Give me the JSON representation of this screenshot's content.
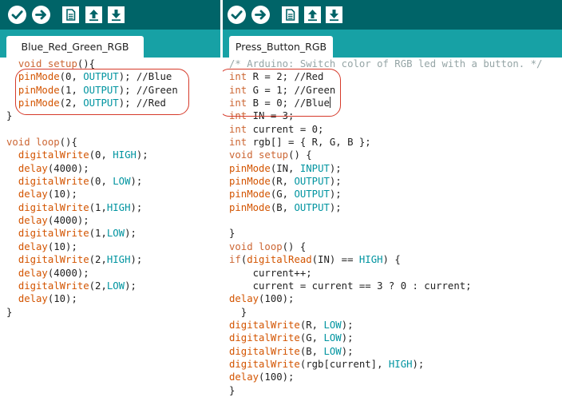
{
  "colors": {
    "toolbar": "#006468",
    "tabstrip": "#17a1a5",
    "keyword": "#cc6633",
    "constant": "#0094a0",
    "function": "#d35400",
    "comment": "#95a5a6",
    "highlight": "#d63a2a"
  },
  "toolbar_icons": [
    "verify-check-icon",
    "upload-arrow-icon",
    "new-sketch-icon",
    "open-sketch-icon",
    "save-sketch-icon"
  ],
  "left_tab": {
    "label": "Blue_Red_Green_RGB"
  },
  "right_tab": {
    "label": "Press_Button_RGB"
  },
  "left_code": [
    [
      [
        "  ",
        ""
      ],
      [
        "void",
        "kw"
      ],
      [
        " ",
        ""
      ],
      [
        "setup",
        "kw"
      ],
      [
        "(){",
        ""
      ]
    ],
    [
      [
        "  ",
        ""
      ],
      [
        "pinMode",
        "fn"
      ],
      [
        "(0, ",
        ""
      ],
      [
        "OUTPUT",
        "cst"
      ],
      [
        "); //Blue",
        ""
      ]
    ],
    [
      [
        "  ",
        ""
      ],
      [
        "pinMode",
        "fn"
      ],
      [
        "(1, ",
        ""
      ],
      [
        "OUTPUT",
        "cst"
      ],
      [
        "); //Green",
        ""
      ]
    ],
    [
      [
        "  ",
        ""
      ],
      [
        "pinMode",
        "fn"
      ],
      [
        "(2, ",
        ""
      ],
      [
        "OUTPUT",
        "cst"
      ],
      [
        "); //Red",
        ""
      ]
    ],
    [
      [
        "}",
        ""
      ]
    ],
    [
      [
        "",
        ""
      ]
    ],
    [
      [
        "void",
        "kw"
      ],
      [
        " ",
        ""
      ],
      [
        "loop",
        "kw"
      ],
      [
        "(){",
        ""
      ]
    ],
    [
      [
        "  ",
        ""
      ],
      [
        "digitalWrite",
        "fn"
      ],
      [
        "(0, ",
        ""
      ],
      [
        "HIGH",
        "cst"
      ],
      [
        ");",
        ""
      ]
    ],
    [
      [
        "  ",
        ""
      ],
      [
        "delay",
        "fn"
      ],
      [
        "(4000);",
        ""
      ]
    ],
    [
      [
        "  ",
        ""
      ],
      [
        "digitalWrite",
        "fn"
      ],
      [
        "(0, ",
        ""
      ],
      [
        "LOW",
        "cst"
      ],
      [
        ");",
        ""
      ]
    ],
    [
      [
        "  ",
        ""
      ],
      [
        "delay",
        "fn"
      ],
      [
        "(10);",
        ""
      ]
    ],
    [
      [
        "  ",
        ""
      ],
      [
        "digitalWrite",
        "fn"
      ],
      [
        "(1,",
        ""
      ],
      [
        "HIGH",
        "cst"
      ],
      [
        ");",
        ""
      ]
    ],
    [
      [
        "  ",
        ""
      ],
      [
        "delay",
        "fn"
      ],
      [
        "(4000);",
        ""
      ]
    ],
    [
      [
        "  ",
        ""
      ],
      [
        "digitalWrite",
        "fn"
      ],
      [
        "(1,",
        ""
      ],
      [
        "LOW",
        "cst"
      ],
      [
        ");",
        ""
      ]
    ],
    [
      [
        "  ",
        ""
      ],
      [
        "delay",
        "fn"
      ],
      [
        "(10);",
        ""
      ]
    ],
    [
      [
        "  ",
        ""
      ],
      [
        "digitalWrite",
        "fn"
      ],
      [
        "(2,",
        ""
      ],
      [
        "HIGH",
        "cst"
      ],
      [
        ");",
        ""
      ]
    ],
    [
      [
        "  ",
        ""
      ],
      [
        "delay",
        "fn"
      ],
      [
        "(4000);",
        ""
      ]
    ],
    [
      [
        "  ",
        ""
      ],
      [
        "digitalWrite",
        "fn"
      ],
      [
        "(2,",
        ""
      ],
      [
        "LOW",
        "cst"
      ],
      [
        ");",
        ""
      ]
    ],
    [
      [
        "  ",
        ""
      ],
      [
        "delay",
        "fn"
      ],
      [
        "(10);",
        ""
      ]
    ],
    [
      [
        "}",
        ""
      ]
    ]
  ],
  "right_code": [
    [
      [
        "/* Arduino: Switch color of RGB led with a button. */",
        "cmt"
      ]
    ],
    [
      [
        "int",
        "kw"
      ],
      [
        " R = 2; //Red",
        ""
      ]
    ],
    [
      [
        "int",
        "kw"
      ],
      [
        " G = 1; //Green",
        ""
      ]
    ],
    [
      [
        "int",
        "kw"
      ],
      [
        " B = 0; //Blue",
        ""
      ]
    ],
    [
      [
        "int",
        "kw"
      ],
      [
        " IN = 3;",
        ""
      ]
    ],
    [
      [
        "int",
        "kw"
      ],
      [
        " current = 0;",
        ""
      ]
    ],
    [
      [
        "int",
        "kw"
      ],
      [
        " rgb[] = { R, G, B };",
        ""
      ]
    ],
    [
      [
        "void",
        "kw"
      ],
      [
        " ",
        ""
      ],
      [
        "setup",
        "kw"
      ],
      [
        "() {",
        ""
      ]
    ],
    [
      [
        "pinMode",
        "fn"
      ],
      [
        "(IN, ",
        ""
      ],
      [
        "INPUT",
        "cst"
      ],
      [
        ");",
        ""
      ]
    ],
    [
      [
        "pinMode",
        "fn"
      ],
      [
        "(R, ",
        ""
      ],
      [
        "OUTPUT",
        "cst"
      ],
      [
        ");",
        ""
      ]
    ],
    [
      [
        "pinMode",
        "fn"
      ],
      [
        "(G, ",
        ""
      ],
      [
        "OUTPUT",
        "cst"
      ],
      [
        ");",
        ""
      ]
    ],
    [
      [
        "pinMode",
        "fn"
      ],
      [
        "(B, ",
        ""
      ],
      [
        "OUTPUT",
        "cst"
      ],
      [
        ");",
        ""
      ]
    ],
    [
      [
        "",
        ""
      ]
    ],
    [
      [
        "}",
        ""
      ]
    ],
    [
      [
        "void",
        "kw"
      ],
      [
        " ",
        ""
      ],
      [
        "loop",
        "kw"
      ],
      [
        "() {",
        ""
      ]
    ],
    [
      [
        "if",
        "kw"
      ],
      [
        "(",
        ""
      ],
      [
        "digitalRead",
        "fn"
      ],
      [
        "(IN) == ",
        ""
      ],
      [
        "HIGH",
        "cst"
      ],
      [
        ") {",
        ""
      ]
    ],
    [
      [
        "    current++;",
        ""
      ]
    ],
    [
      [
        "    current = current == 3 ? 0 : current;",
        ""
      ]
    ],
    [
      [
        "delay",
        "fn"
      ],
      [
        "(100);",
        ""
      ]
    ],
    [
      [
        "  }",
        ""
      ]
    ],
    [
      [
        "digitalWrite",
        "fn"
      ],
      [
        "(R, ",
        ""
      ],
      [
        "LOW",
        "cst"
      ],
      [
        ");",
        ""
      ]
    ],
    [
      [
        "digitalWrite",
        "fn"
      ],
      [
        "(G, ",
        ""
      ],
      [
        "LOW",
        "cst"
      ],
      [
        ");",
        ""
      ]
    ],
    [
      [
        "digitalWrite",
        "fn"
      ],
      [
        "(B, ",
        ""
      ],
      [
        "LOW",
        "cst"
      ],
      [
        ");",
        ""
      ]
    ],
    [
      [
        "digitalWrite",
        "fn"
      ],
      [
        "(rgb[current], ",
        ""
      ],
      [
        "HIGH",
        "cst"
      ],
      [
        ");",
        ""
      ]
    ],
    [
      [
        "delay",
        "fn"
      ],
      [
        "(100);",
        ""
      ]
    ],
    [
      [
        "}",
        ""
      ]
    ]
  ]
}
